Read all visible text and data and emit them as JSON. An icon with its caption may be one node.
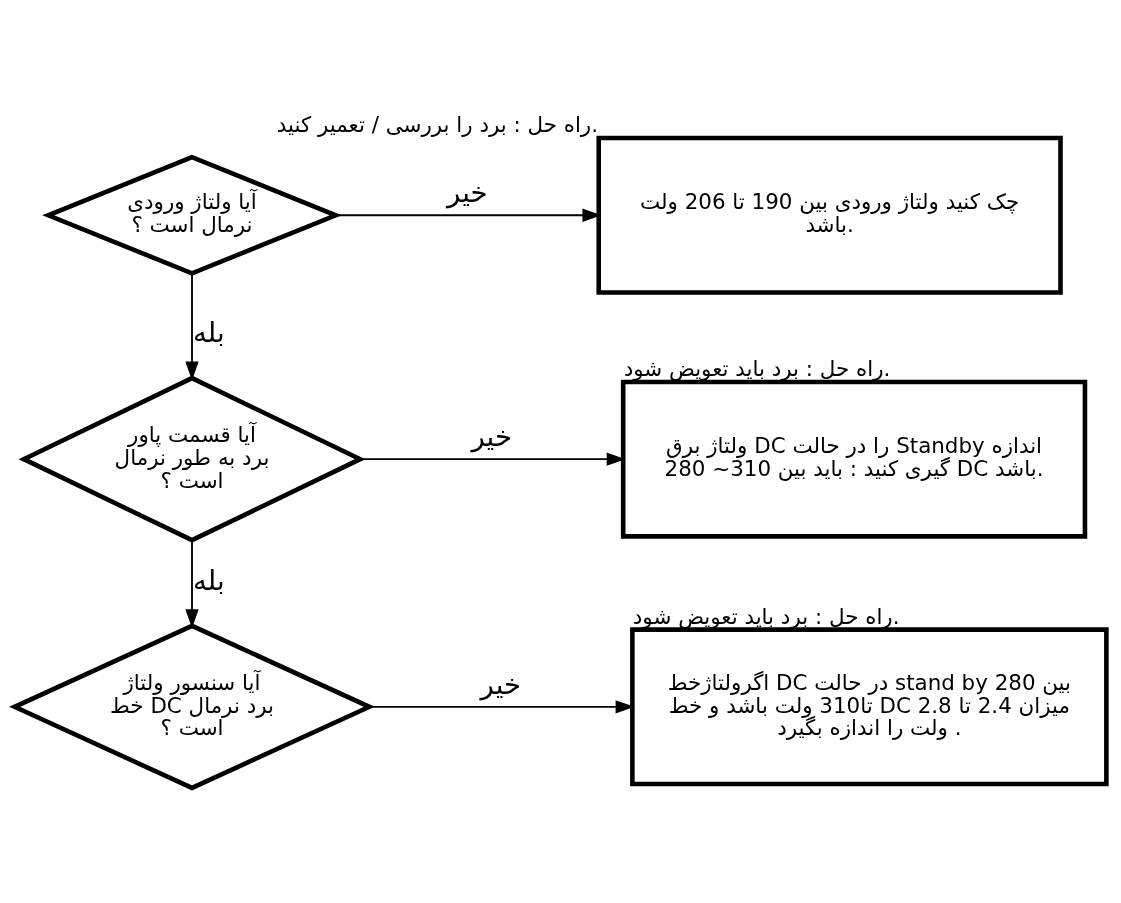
{
  "diagram": {
    "nodes": [
      {
        "text": [
          "آیا ولتاژ ورودی نرمال است ؟"
        ]
      },
      {
        "text": [
          "چک کنید ولتاژ ورودی بین 190 تا 206 ولت باشد."
        ],
        "beside": [
          "راه حل : برد را بررسی / تعمیر کنید."
        ]
      },
      {
        "text": [
          "آیا قسمت پاور برد به طور نرمال است ؟"
        ]
      },
      {
        "text": [
          "ولتاژ برق DC را در حالت Standby اندازه گیری کنید : باید بین 310~ 280 DC باشد."
        ],
        "beside": [
          "راه حل : برد باید تعویض شود."
        ]
      },
      {
        "text": [
          "آیا سنسور ولتاژ خط DC برد نرمال است ؟"
        ]
      },
      {
        "text": [
          "اگرولتاژخط DC در حالت stand by بین 280 تا310 ولت باشد و خط DC میزان 2.4 تا 2.8 ولت را اندازه بگیرد ."
        ],
        "beside": [
          "راه حل : برد باید تعویض شود."
        ]
      }
    ],
    "edges": [
      {
        "from": 0,
        "to": 1,
        "arrow": "to",
        "label": "خیر"
      },
      {
        "from": 0,
        "to": 2,
        "arrow": "to",
        "label": "بله"
      },
      {
        "from": 2,
        "to": 3,
        "arrow": "to",
        "label": "خیر"
      },
      {
        "from": 2,
        "to": 4,
        "arrow": "to",
        "label": "بله"
      },
      {
        "from": 4,
        "to": 5,
        "arrow": "to",
        "label": "خیر"
      }
    ]
  }
}
